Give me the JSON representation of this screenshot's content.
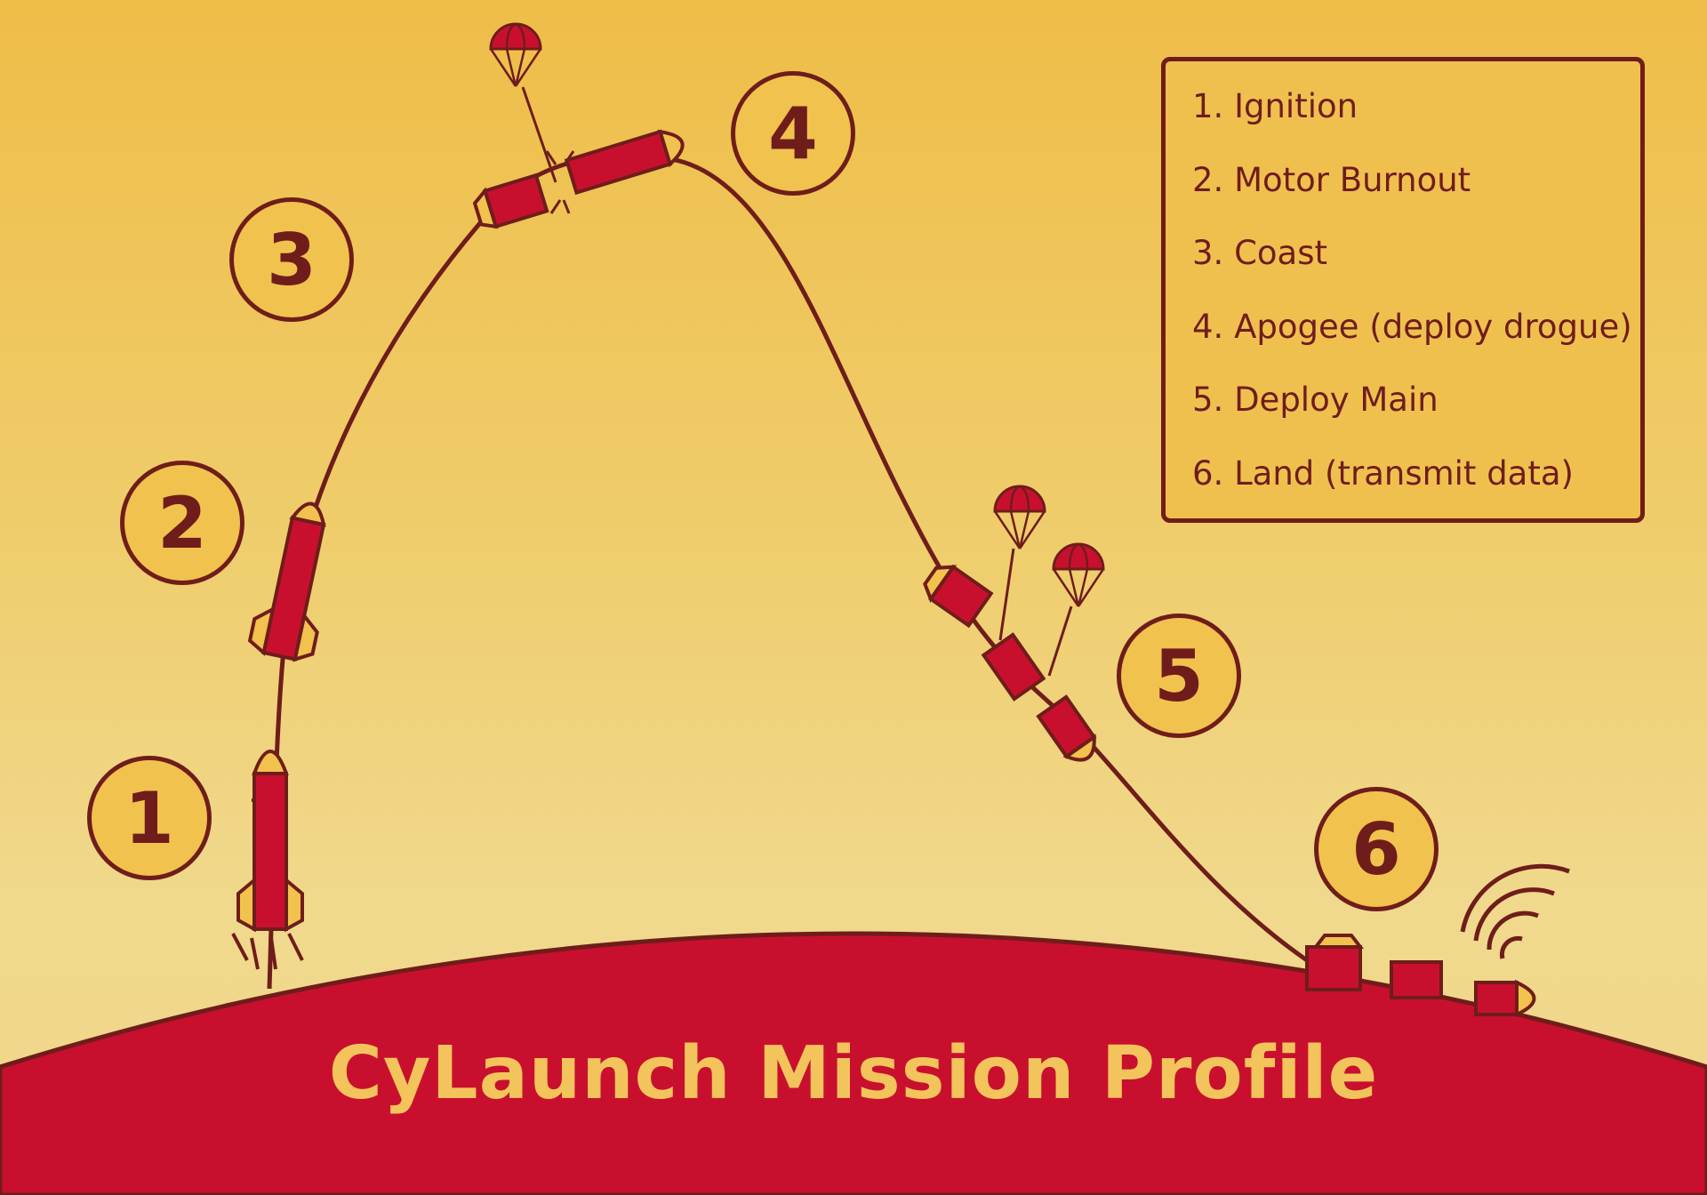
{
  "title": "CyLaunch Mission Profile",
  "legend": {
    "items": [
      "1. Ignition",
      "2. Motor Burnout",
      "3. Coast",
      "4. Apogee (deploy drogue)",
      "5. Deploy Main",
      "6. Land (transmit data)"
    ]
  },
  "stage_numbers": [
    "1",
    "2",
    "3",
    "4",
    "5",
    "6"
  ],
  "colors": {
    "sky_top": "#efbd48",
    "sky_bottom": "#efd68a",
    "ground": "#c8102e",
    "outline": "#6f1d1b",
    "accent": "#f1c24e",
    "title_text": "#f3c45b"
  }
}
